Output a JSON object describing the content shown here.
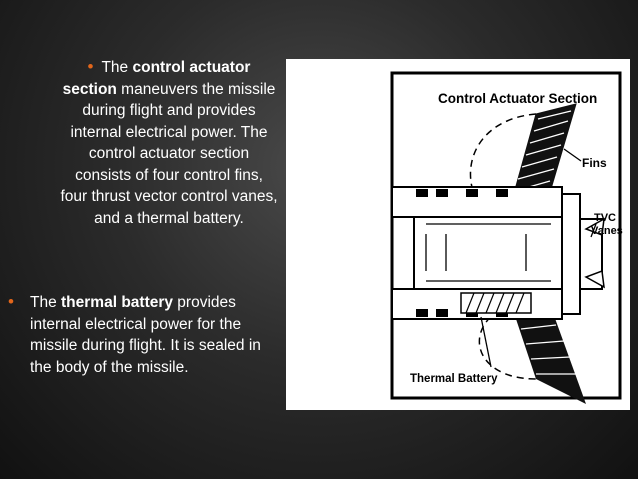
{
  "bullet1": {
    "pre": "The ",
    "bold": "control actuator section",
    "rest": " maneuvers the missile during flight and provides internal electrical power. The control actuator section consists of four control fins, four thrust vector control vanes, and a thermal battery."
  },
  "bullet2": {
    "pre": "The ",
    "bold": "thermal battery",
    "rest": " provides internal electrical power for the missile during flight. It is sealed in the body of the missile."
  },
  "figure": {
    "title": "Control Actuator Section",
    "label_fins": "Fins",
    "label_tvc_1": "TVC",
    "label_tvc_2": "Vanes",
    "label_battery": "Thermal Battery"
  },
  "colors": {
    "bullet": "#e2661b"
  }
}
